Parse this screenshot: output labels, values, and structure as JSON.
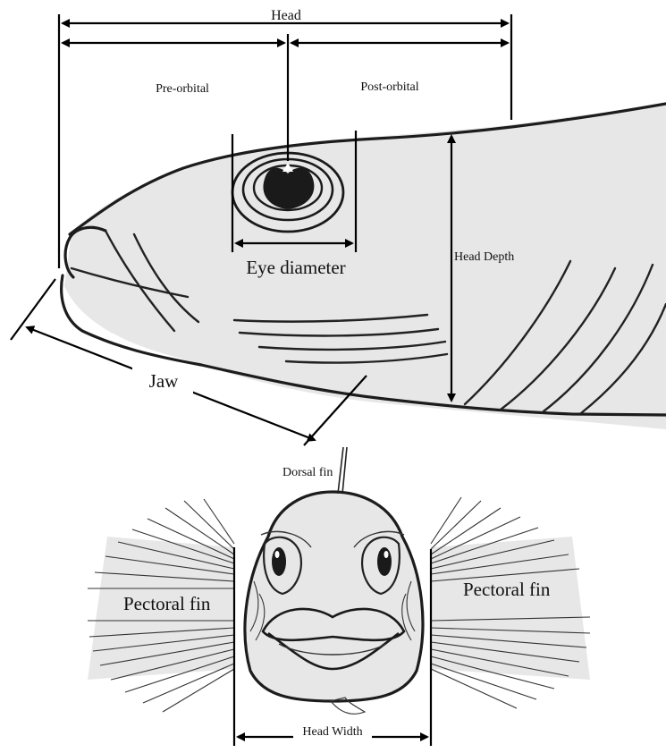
{
  "diagram": {
    "labels": {
      "head": "Head",
      "pre_orbital": "Pre-orbital",
      "post_orbital": "Post-orbital",
      "eye_diameter": "Eye diameter",
      "head_depth": "Head Depth",
      "jaw": "Jaw",
      "dorsal_fin": "Dorsal fin",
      "pectoral_fin_left": "Pectoral fin",
      "pectoral_fin_right": "Pectoral fin",
      "head_width": "Head Width"
    },
    "colors": {
      "ink": "#1c1c1c",
      "shading": "#c9c9c9",
      "background": "#ffffff"
    }
  }
}
